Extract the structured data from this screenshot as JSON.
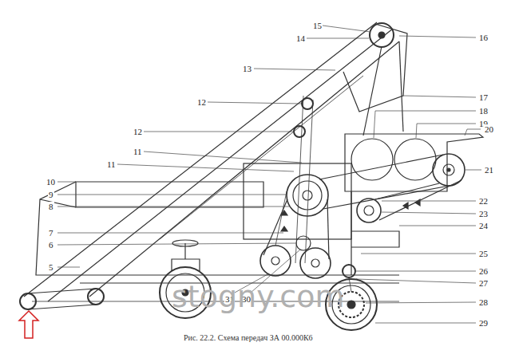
{
  "diagram": {
    "caption": "Рис. 22.2. Схема передач ЗА 00.000К6",
    "labels": [
      "15",
      "14",
      "16",
      "13",
      "12",
      "17",
      "18",
      "19",
      "12",
      "20",
      "11",
      "21",
      "11",
      "10",
      "9",
      "22",
      "8",
      "23",
      "24",
      "7",
      "6",
      "25",
      "5",
      "26",
      "27",
      "31",
      "30",
      "28",
      "29",
      "stogny.com"
    ]
  }
}
